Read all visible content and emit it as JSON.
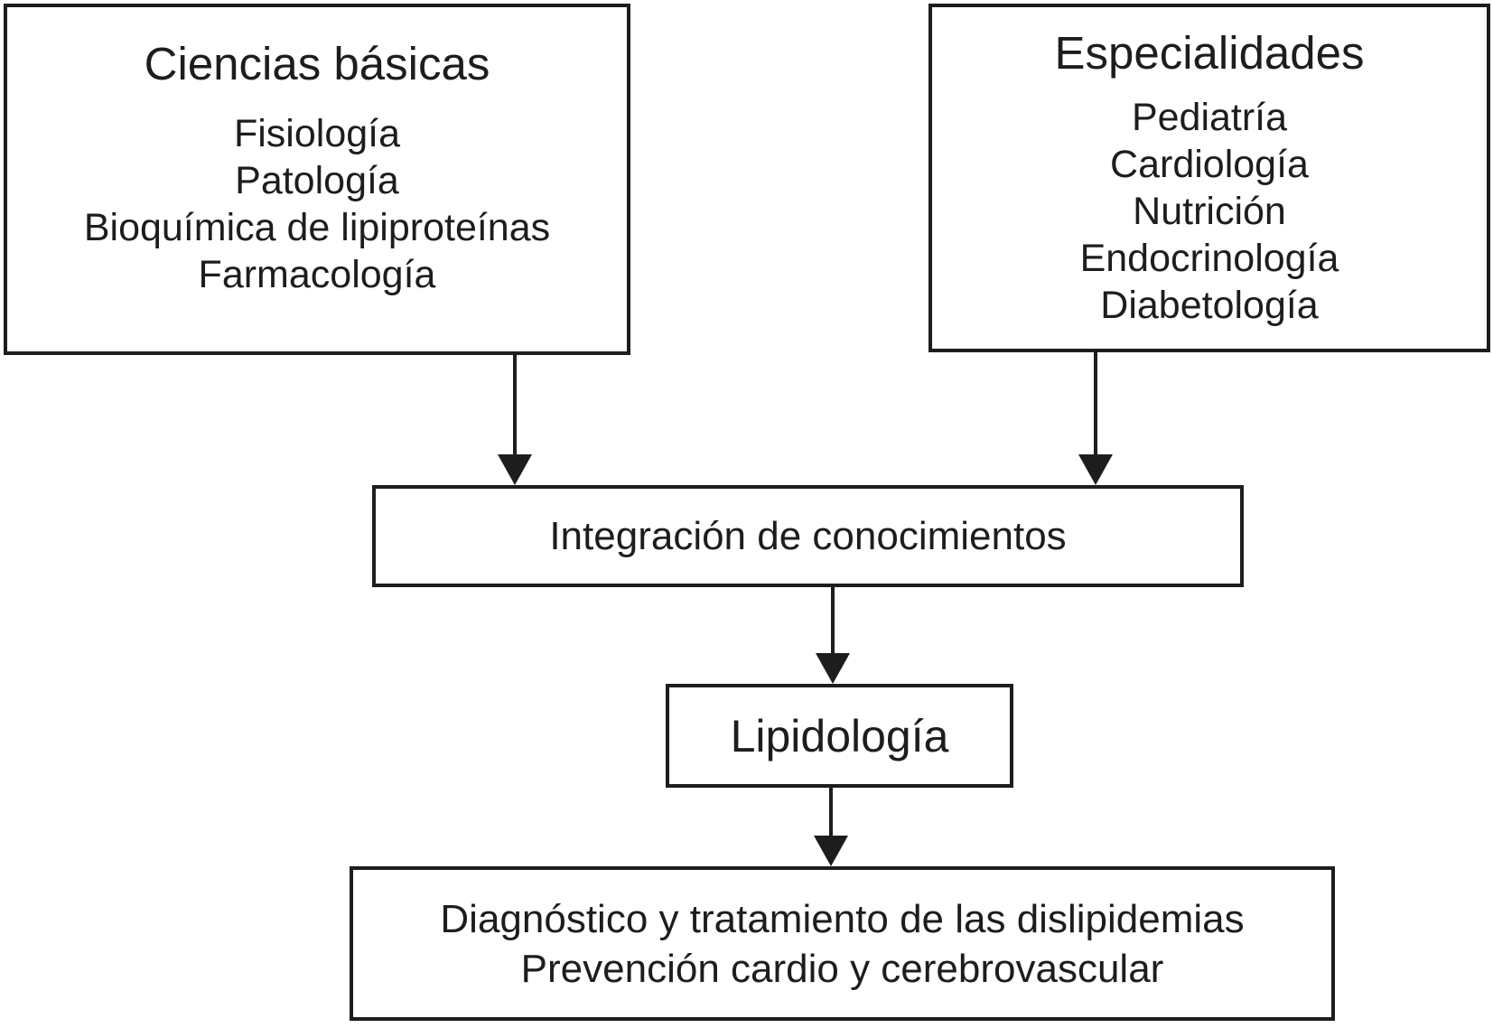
{
  "diagram": {
    "basic_sciences": {
      "title": "Ciencias básicas",
      "items": [
        "Fisiología",
        "Patología",
        "Bioquímica de lipiproteínas",
        "Farmacología"
      ]
    },
    "specialties": {
      "title": "Especialidades",
      "items": [
        "Pediatría",
        "Cardiología",
        "Nutrición",
        "Endocrinología",
        "Diabetología"
      ]
    },
    "integration": {
      "label": "Integración de conocimientos"
    },
    "lipidology": {
      "label": "Lipidología"
    },
    "outcome": {
      "line1": "Diagnóstico y tratamiento de las dislipidemias",
      "line2": "Prevención cardio y cerebrovascular"
    },
    "colors": {
      "ink": "#1d1d1b",
      "background": "#ffffff"
    }
  }
}
